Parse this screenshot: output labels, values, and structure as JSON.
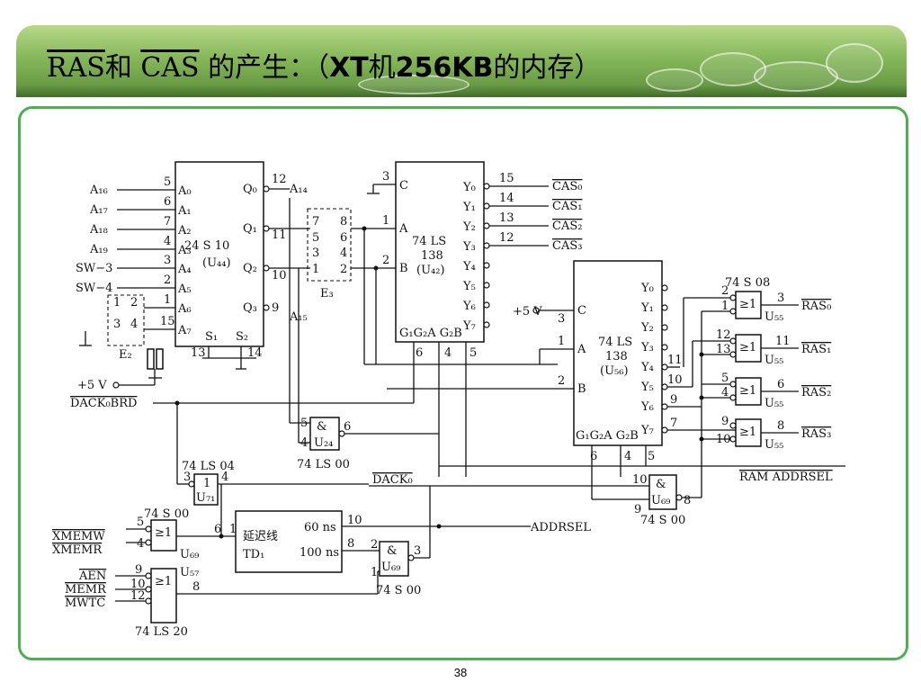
{
  "slide": {
    "title": {
      "ras": "RAS",
      "he": "和",
      "cas": "CAS",
      "rest1": " 的产生：（",
      "xt": "XT",
      "ji": "机",
      "size": "256KB",
      "rest2": "的内存）"
    },
    "page_number": "38"
  },
  "chips": {
    "u44": {
      "line1": "24 S 10",
      "line2": "(U₄₄)"
    },
    "u42": {
      "line1": "74 LS",
      "line2": "138",
      "line3": "(U₄₂)"
    },
    "u56": {
      "line1": "74 LS",
      "line2": "138",
      "line3": "(U₅₆)"
    },
    "u55_label": "74 S 08",
    "u24_label": "74 LS 00",
    "u71_label": "74 LS 04",
    "u69_top": "74 S 00",
    "u69_bottom": "74 S 00",
    "u69_right": "74 S 00",
    "u57_label": "74 LS 20",
    "delay": {
      "line1": "延迟线",
      "line2": "TD₁",
      "t60": "60 ns",
      "t100": "100 ns"
    }
  },
  "signals": {
    "a16": "A₁₆",
    "a17": "A₁₇",
    "a18": "A₁₈",
    "a19": "A₁₉",
    "sw3": "SW−3",
    "sw4": "SW−4",
    "vcc": "+5 V",
    "dack0brd": "DACK₀BRD",
    "dack0": "DACK₀",
    "xmemw": "XMEMW",
    "xmemr": "XMEMR",
    "aen": "AEN",
    "memr": "MEMR",
    "mwtc": "MWTC",
    "addrsel": "ADDRSEL",
    "ramaddrsel": "RAM ADDRSEL",
    "cas0": "CAS₀",
    "cas1": "CAS₁",
    "cas2": "CAS₂",
    "cas3": "CAS₃",
    "ras0": "RAS₀",
    "ras1": "RAS₁",
    "ras2": "RAS₂",
    "ras3": "RAS₃",
    "a14": "A₁₄",
    "a15": "A₁₅",
    "e2": "E₂",
    "e3": "E₃"
  }
}
